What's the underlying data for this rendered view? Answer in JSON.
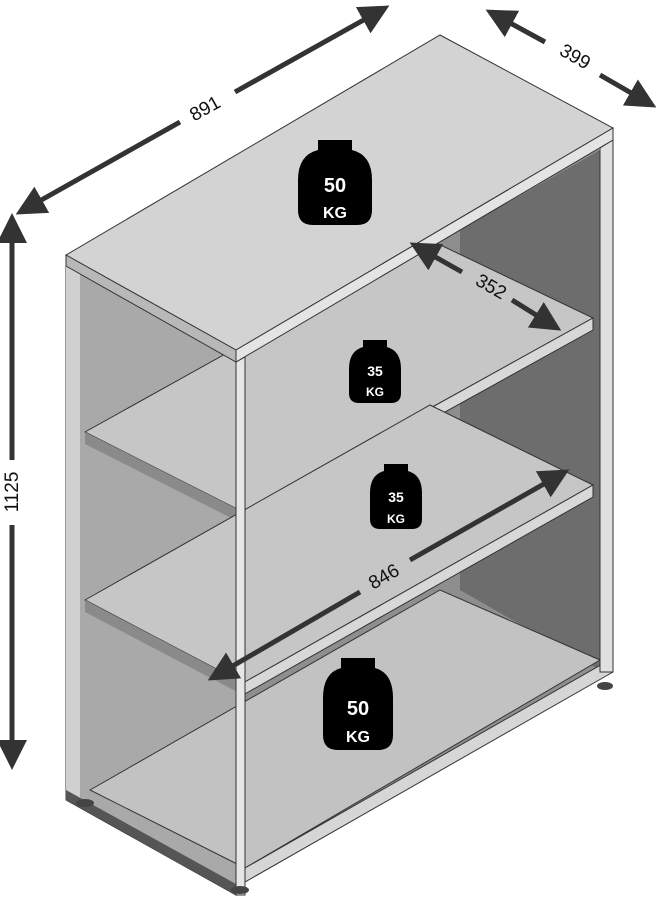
{
  "dimensions": {
    "width": "891",
    "depth": "399",
    "height": "1125",
    "shelf_depth": "352",
    "shelf_width": "846"
  },
  "loads": [
    {
      "value": "50",
      "unit": "KG",
      "position": "top"
    },
    {
      "value": "35",
      "unit": "KG",
      "position": "shelf-1"
    },
    {
      "value": "35",
      "unit": "KG",
      "position": "shelf-2"
    },
    {
      "value": "50",
      "unit": "KG",
      "position": "bottom"
    }
  ],
  "colors": {
    "panel_light": "#dcdcdc",
    "panel_mid": "#c8c8c8",
    "interior": "#8c8c8c",
    "weight": "#000000",
    "arrow": "#333333"
  }
}
